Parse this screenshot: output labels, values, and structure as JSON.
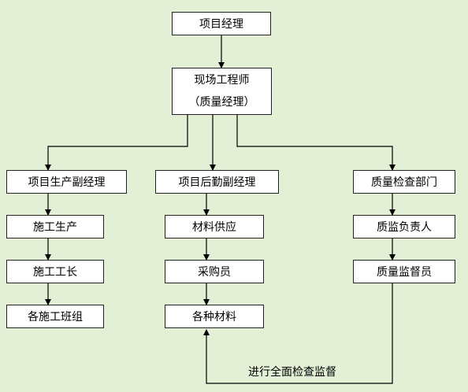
{
  "nodes": {
    "project_manager": "项目经理",
    "site_engineer_line1": "现场工程师",
    "site_engineer_line2": "（质量经理）",
    "prod_deputy": "项目生产副经理",
    "logistics_deputy": "项目后勤副经理",
    "qc_dept": "质量检查部门",
    "construction_prod": "施工生产",
    "construction_foreman": "施工工长",
    "construction_teams": "各施工班组",
    "material_supply": "材料供应",
    "purchaser": "采购员",
    "materials": "各种材料",
    "quality_supervisor_head": "质监负责人",
    "quality_supervisor": "质量监督员"
  },
  "note": "进行全面检查监督",
  "colors": {
    "background": "#e3f0d6",
    "line": "#000000",
    "box": "#ffffff"
  }
}
